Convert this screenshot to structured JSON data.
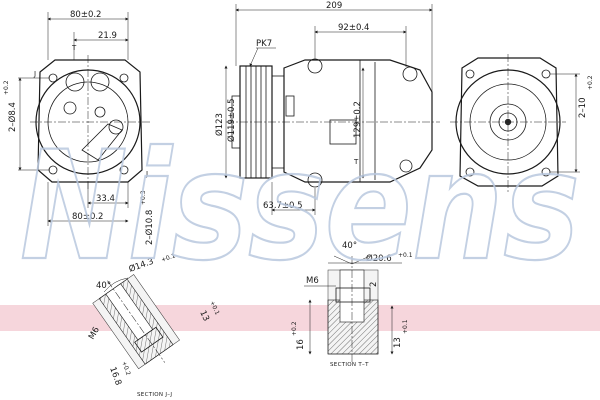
{
  "brand": {
    "watermark": "Nissens",
    "accent": "#b9c8df",
    "band_color": "#f6d6dc"
  },
  "front_view": {
    "dims": {
      "top_width": "80±0.2",
      "offset": "21.9",
      "left_hole": "2–Ø8.4",
      "left_hole_tol": "+0.2",
      "bottom_offset": "33.4",
      "bottom_width": "80±0.2",
      "bottom_hole": "2–Ø10.8",
      "bottom_hole_tol": "+0.3",
      "section_mark": "J"
    }
  },
  "side_view": {
    "dims": {
      "overall_length": "209",
      "mount_spacing": "92±0.4",
      "belt": "PK7",
      "pulley_dia": "Ø123",
      "hub_dia": "Ø119±0.5",
      "height": "129±0.2",
      "offset": "63.7±0.5",
      "section_mark": "T"
    }
  },
  "rear_view": {
    "dims": {
      "hole": "2–10",
      "hole_tol": "+0.2"
    }
  },
  "section_j": {
    "caption": "SECTION J–J",
    "dims": {
      "angle": "40°",
      "bore": "Ø14.3",
      "bore_tol": "+0.1",
      "depth": "13",
      "depth_tol": "+0.1",
      "thread": "M6",
      "length": "16.8",
      "length_tol": "+0.2"
    }
  },
  "section_t": {
    "caption": "SECTION T–T",
    "dims": {
      "angle": "40°",
      "bore": "Ø20.6",
      "bore_tol": "+0.1",
      "thread": "M6",
      "small": "2",
      "depth": "16",
      "depth_tol": "+0.2",
      "depth2": "13",
      "depth2_tol": "+0.1"
    }
  }
}
